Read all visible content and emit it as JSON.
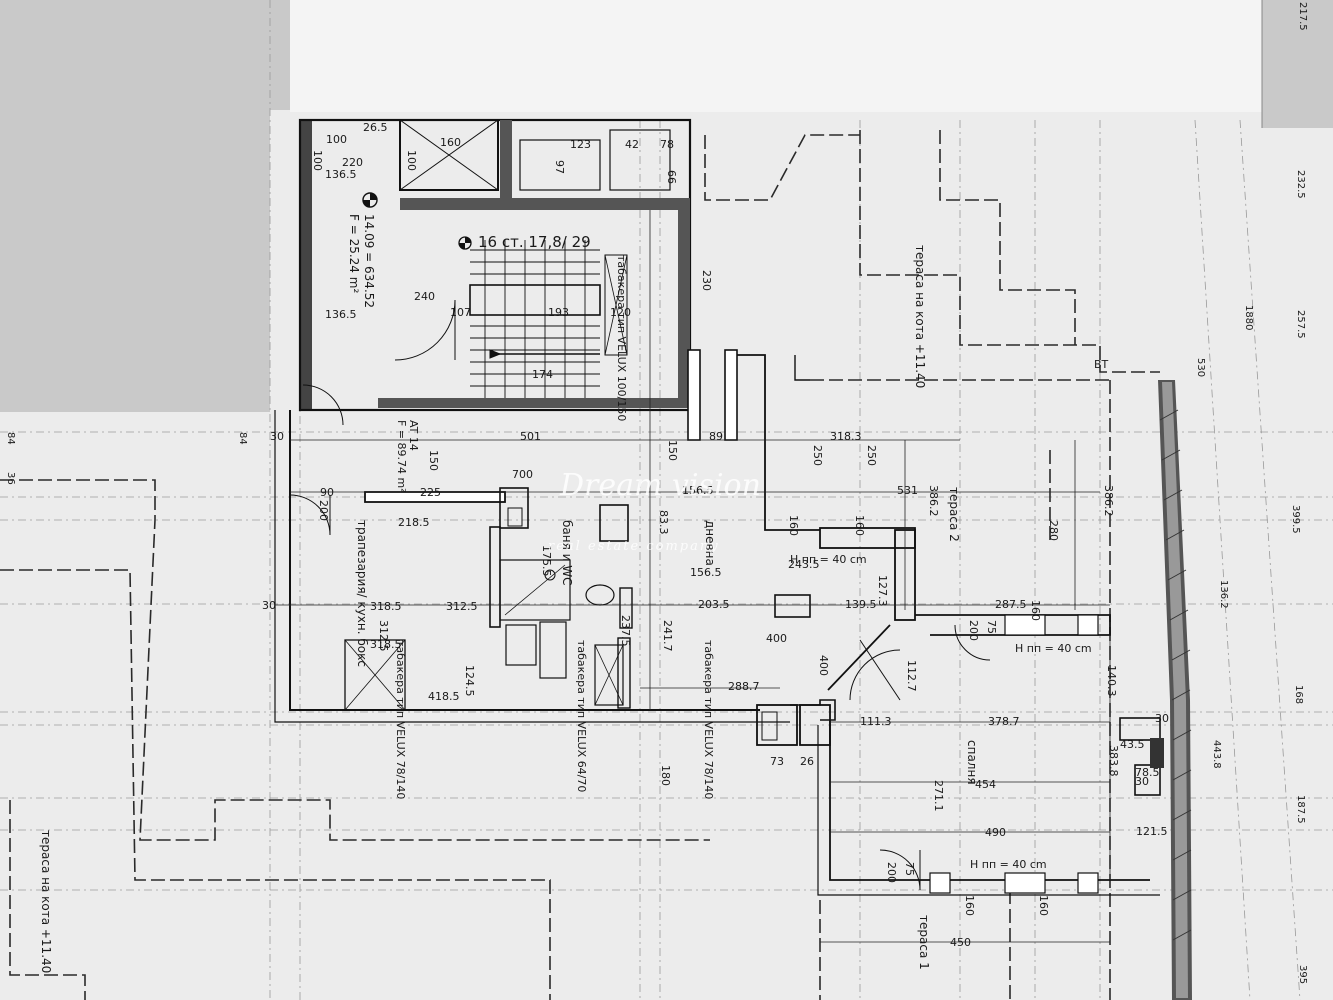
{
  "plan": {
    "stair_title": "16 ст. 17,8/ 29",
    "level": "14.09 = 634.52",
    "area_stair": "F = 25.24 m²",
    "area_main": "F = 89.74 m²",
    "at_label": "AT 14",
    "bt_label": "BT"
  },
  "rooms": {
    "kitchen": "трапезария/ кухн. бокс",
    "bath": "баня и WC",
    "living": "дневна",
    "terrace2": "тераса 2",
    "terrace1": "тераса 1",
    "bedroom": "спалня",
    "terrace_top": "тераса на кота +11.40",
    "terrace_left": "тераса на кота +11.40"
  },
  "windows": {
    "velux_a": "табакера тип VELUX 100/150",
    "velux_b": "табакера тип VELUX 78/140",
    "velux_c": "табакера тип VELUX 64/70",
    "velux_d": "табакера тип VELUX 78/140",
    "sill_a": "H пп = 40 cm",
    "sill_b": "H пп = 40 cm",
    "sill_c": "H пп = 40 cm"
  },
  "watermark": {
    "line1": "Dream vision",
    "line2": "real estate company"
  },
  "dims": {
    "d1": "100",
    "d2": "26.5",
    "d3": "220",
    "d4": "136.5",
    "d5": "160",
    "d6": "123",
    "d7": "42",
    "d8": "78",
    "d9": "97",
    "d10": "66",
    "d11": "193",
    "d12": "107",
    "d13": "120",
    "d14": "174",
    "d15": "240",
    "d16": "136.5",
    "d17": "501",
    "d18": "89",
    "d19": "318.3",
    "d20": "700",
    "d21": "90",
    "d22": "225",
    "d23": "156.5",
    "d24": "531",
    "d25": "218.5",
    "d26": "318.5",
    "d27": "312.5",
    "d28": "203.5",
    "d29": "139.5",
    "d30": "287.5",
    "d31": "400",
    "d32": "288.7",
    "d33": "418.5",
    "d34": "124.5",
    "d35": "378.7",
    "d36": "111.3",
    "d37": "454",
    "d38": "490",
    "d39": "450",
    "d40": "73",
    "d41": "26",
    "d42": "150",
    "d43": "250",
    "d44": "230",
    "d45": "386.2",
    "d46": "386.2",
    "d47": "280",
    "d48": "140.3",
    "d49": "43.5",
    "d50": "78.5",
    "d51": "121.5",
    "d52": "271.1",
    "d53": "383.8",
    "d54": "180",
    "d55": "30",
    "d56": "160",
    "d57": "200",
    "d58": "75",
    "d59": "127.3",
    "d60": "112.7",
    "d61": "243.5",
    "d62": "175.5",
    "d63": "237.5",
    "d64": "241.7",
    "d65": "83.3",
    "d66": "318.5"
  },
  "ruler_right": {
    "r1": "217.5",
    "r2": "232.5",
    "r3": "257.5",
    "r4": "1880",
    "r5": "530",
    "r6": "399.5",
    "r7": "136.2",
    "r8": "168",
    "r9": "443.8",
    "r10": "187.5",
    "r11": "395"
  },
  "ruler_left": {
    "l1": "84",
    "l2": "84",
    "l3": "36"
  }
}
